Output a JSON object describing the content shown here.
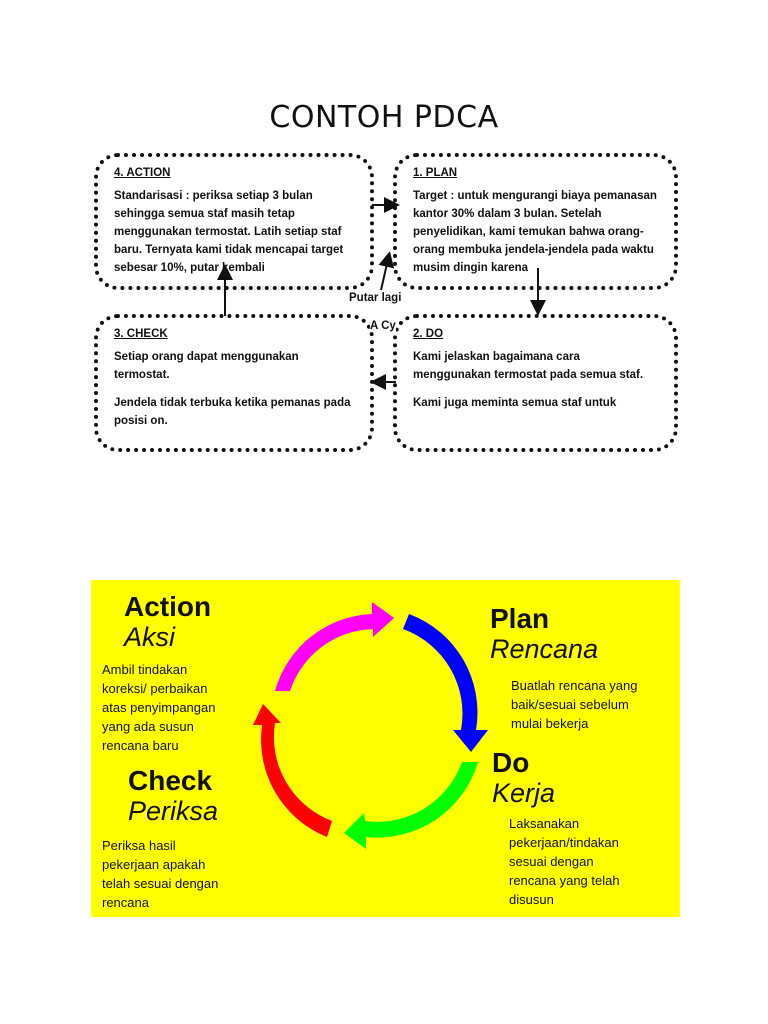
{
  "page_title": "CONTOH PDCA",
  "pdca_boxes": {
    "action": {
      "heading": "4. ACTION",
      "paragraphs": [
        "Standarisasi : periksa setiap 3 bulan sehingga semua staf masih tetap menggunakan termostat. Latih setiap staf baru. Ternyata kami tidak mencapai target sebesar 10%, putar kembali"
      ]
    },
    "plan": {
      "heading": "1. PLAN",
      "paragraphs": [
        "Target : untuk mengurangi biaya pemanasan kantor 30% dalam 3 bulan. Setelah penyelidikan, kami temukan bahwa orang-orang membuka jendela-jendela pada waktu musim dingin karena"
      ]
    },
    "check": {
      "heading": "3. CHECK",
      "paragraphs": [
        "Setiap orang dapat menggunakan termostat.",
        "Jendela tidak terbuka ketika pemanas pada posisi on."
      ]
    },
    "do": {
      "heading": "2. DO",
      "paragraphs": [
        "Kami jelaskan bagaimana cara menggunakan termostat pada semua staf.",
        "Kami juga meminta semua staf untuk"
      ]
    },
    "center_label_1": "Putar lagi",
    "center_label_2": "A Cy"
  },
  "cycle": {
    "background_color": "#ffff00",
    "action": {
      "title": "Action",
      "subtitle": "Aksi",
      "description": [
        "Ambil tindakan",
        "koreksi/ perbaikan",
        "atas penyimpangan",
        "yang ada susun",
        "rencana baru"
      ],
      "arrow_color": "#ff00ff"
    },
    "plan": {
      "title": "Plan",
      "subtitle": "Rencana",
      "description": [
        "Buatlah rencana yang",
        "baik/sesuai sebelum",
        "mulai bekerja"
      ],
      "arrow_color": "#0000ff"
    },
    "do": {
      "title": "Do",
      "subtitle": "Kerja",
      "description": [
        "Laksanakan",
        "pekerjaan/tindakan",
        "sesuai dengan",
        "rencana yang telah",
        "disusun"
      ],
      "arrow_color": "#00ff00"
    },
    "check": {
      "title": "Check",
      "subtitle": "Periksa",
      "description": [
        "Periksa hasil",
        "pekerjaan apakah",
        "telah sesuai dengan",
        "rencana"
      ],
      "arrow_color": "#ff0000"
    }
  }
}
